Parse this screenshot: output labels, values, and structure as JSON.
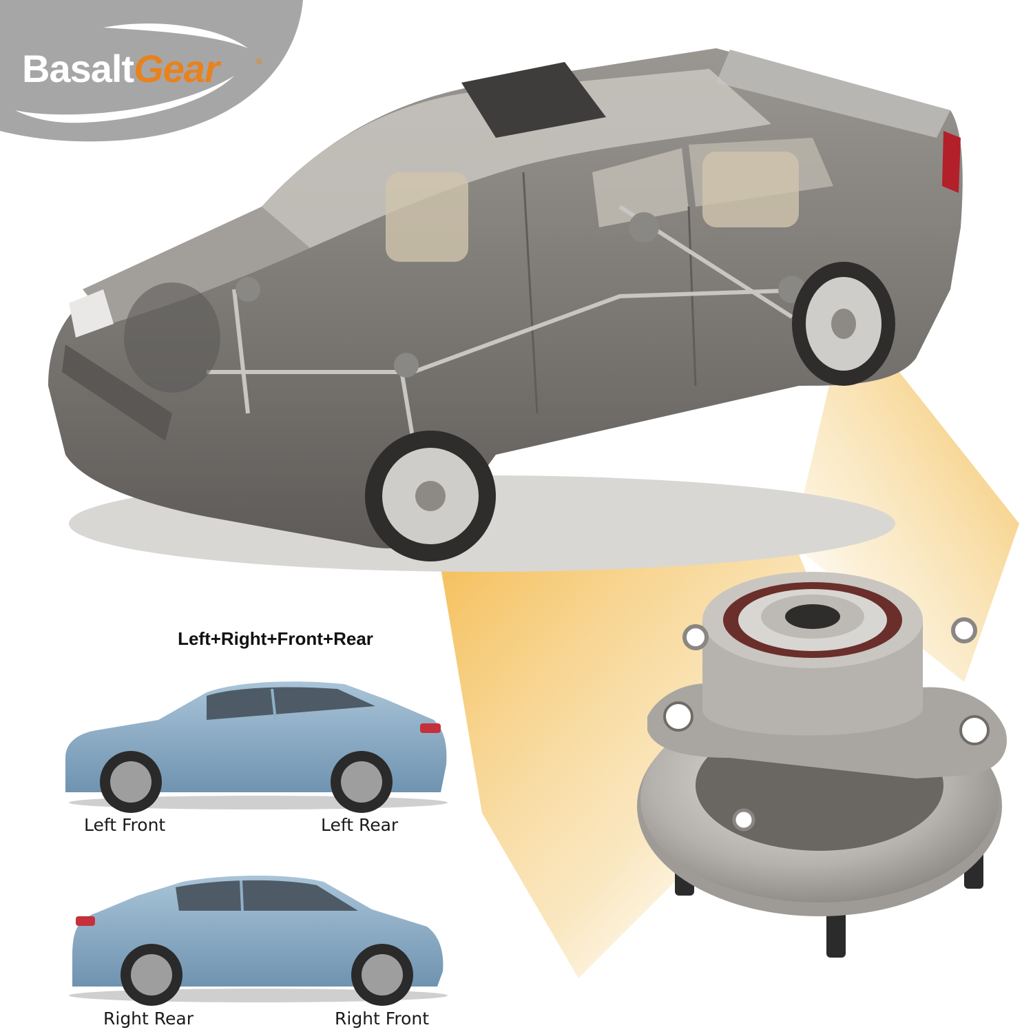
{
  "brand": {
    "name_part1": "Basalt",
    "name_part2": "Gear",
    "registered_mark": "®"
  },
  "fitment": {
    "title": "Left+Right+Front+Rear",
    "labels": {
      "left_front": "Left Front",
      "left_rear": "Left Rear",
      "right_rear": "Right Rear",
      "right_front": "Right Front"
    }
  },
  "colors": {
    "logo_badge": "#a7a6a6",
    "brand_orange": "#e8821e",
    "highlight_beam": "#f0c060",
    "car_body_gray": "#8d8a86",
    "car_blue": "#8fb0c8",
    "hub_metal": "#b9b7b3"
  },
  "icons": [
    "logo-swoosh-icon",
    "wheel-hub-bearing-icon",
    "cutaway-sedan-icon",
    "blue-sedan-icon"
  ]
}
